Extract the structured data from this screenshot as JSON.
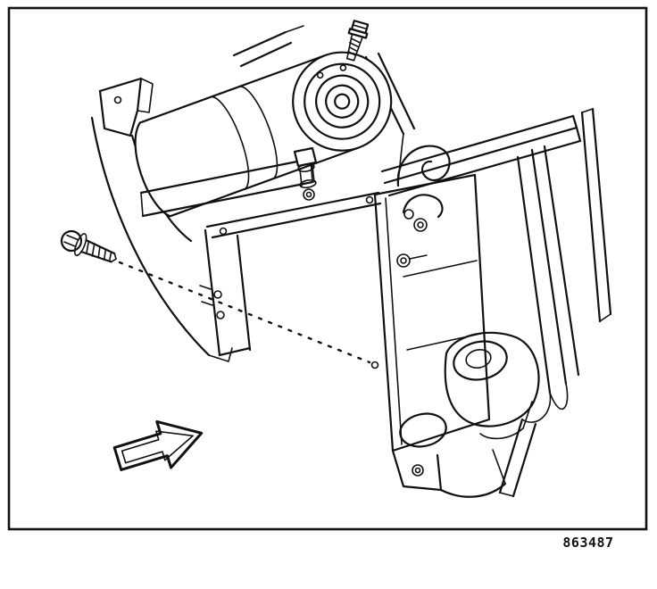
{
  "figure": {
    "code": "863487"
  },
  "colors": {
    "ink": "#111111",
    "background": "#ffffff"
  },
  "parts": [
    "starter-motor",
    "engine-block",
    "top-mounting-bolt",
    "retaining-screw",
    "bolt-path-dashed-line",
    "direction-arrow"
  ]
}
